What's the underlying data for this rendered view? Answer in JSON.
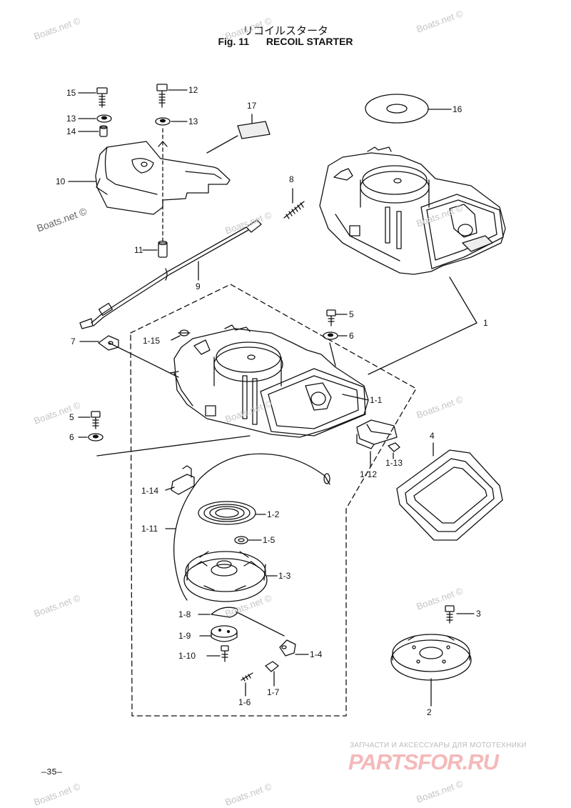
{
  "header": {
    "title_jp": "リコイルスタータ",
    "fig_label": "Fig. 11",
    "title_en": "RECOIL STARTER"
  },
  "watermark": "Boats.net ©",
  "page_number": "—35—",
  "brand": {
    "tagline": "ЗАПЧАСТИ И АКСЕССУАРЫ ДЛЯ МОТОТЕХНИКИ",
    "name": "PARTSFOR.RU",
    "color": "#f4b9b9"
  },
  "callouts": {
    "c15": "15",
    "c12": "12",
    "c13a": "13",
    "c13b": "13",
    "c14": "14",
    "c17": "17",
    "c16": "16",
    "c10": "10",
    "c8": "8",
    "c11": "11",
    "c9": "9",
    "c1": "1",
    "c5a": "5",
    "c6a": "6",
    "c7": "7",
    "c1_15": "1-15",
    "c1_1": "1-1",
    "c5b": "5",
    "c6b": "6",
    "c4": "4",
    "c1_12": "1-12",
    "c1_13": "1-13",
    "c1_14": "1-14",
    "c1_2": "1-2",
    "c1_11": "1-11",
    "c1_5": "1-5",
    "c1_3": "1-3",
    "c3": "3",
    "c1_8": "1-8",
    "c1_9": "1-9",
    "c1_10": "1-10",
    "c1_4": "1-4",
    "c1_7": "1-7",
    "c1_6": "1-6",
    "c2": "2"
  }
}
